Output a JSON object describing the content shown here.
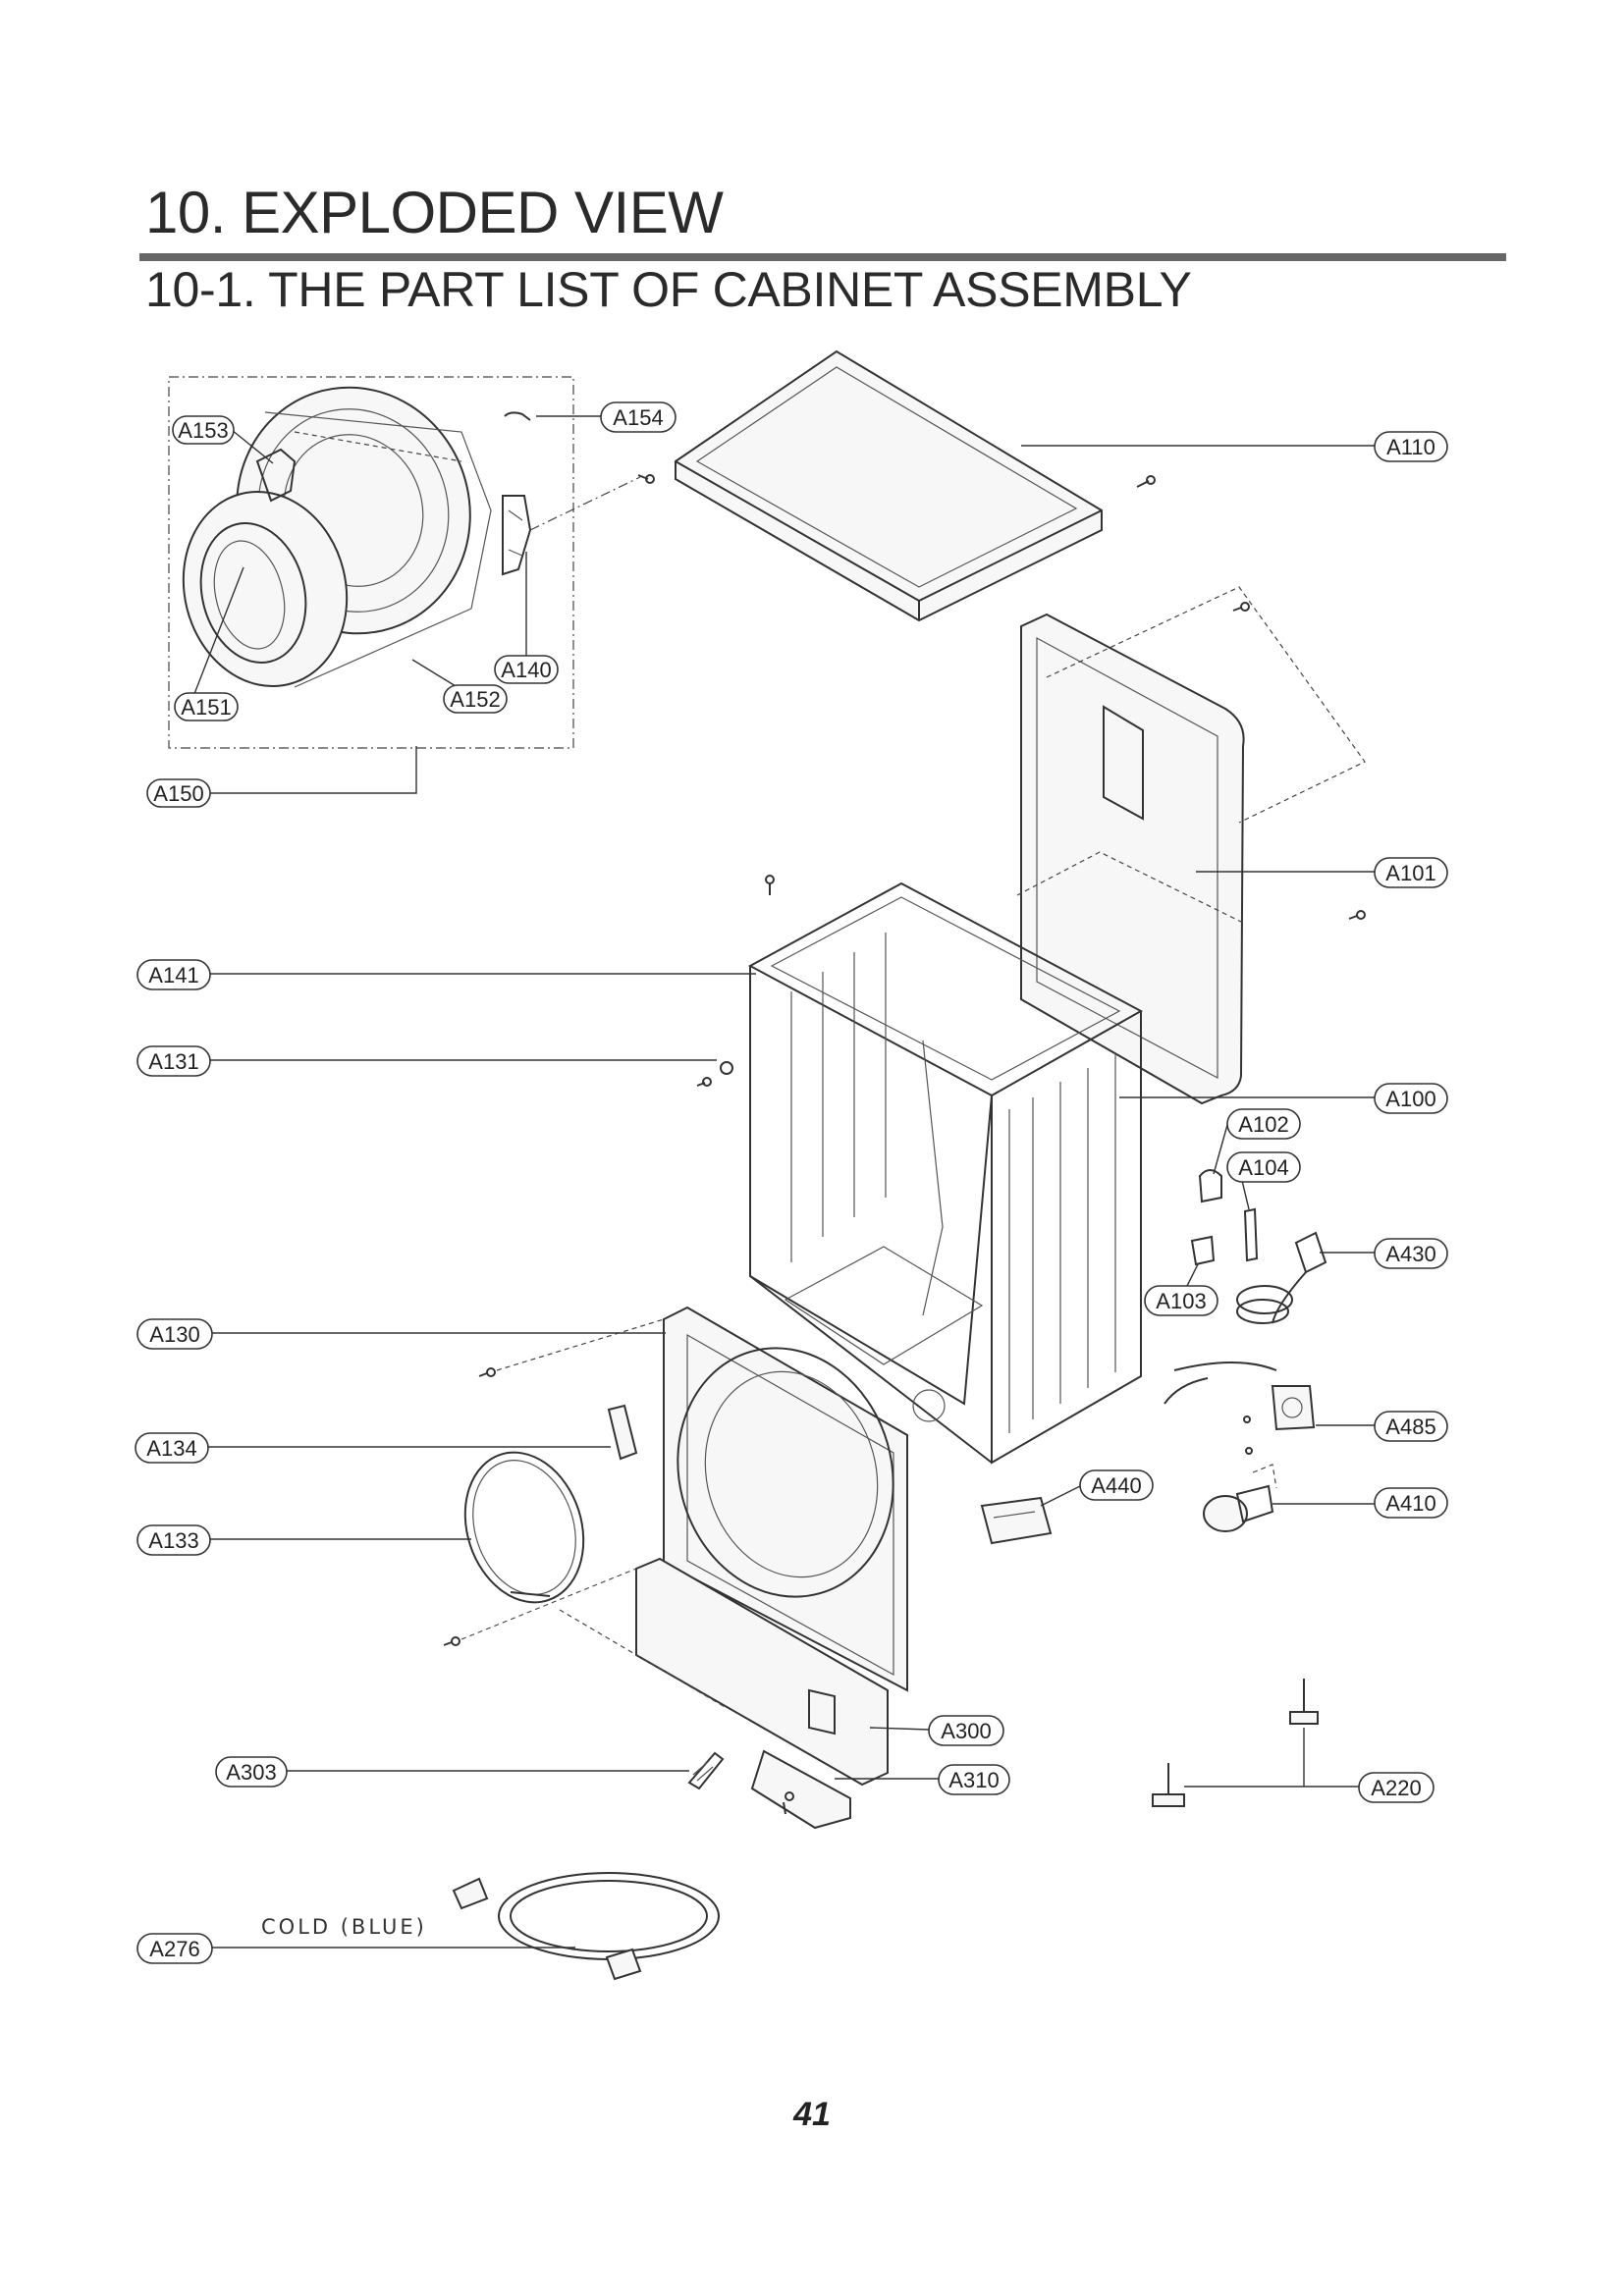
{
  "header": {
    "title": "10. EXPLODED VIEW",
    "subtitle": "10-1. THE PART LIST OF CABINET ASSEMBLY"
  },
  "parts": [
    {
      "id": "a153",
      "label": "A153"
    },
    {
      "id": "a154",
      "label": "A154"
    },
    {
      "id": "a110",
      "label": "A110"
    },
    {
      "id": "a140",
      "label": "A140"
    },
    {
      "id": "a151",
      "label": "A151"
    },
    {
      "id": "a152",
      "label": "A152"
    },
    {
      "id": "a150",
      "label": "A150"
    },
    {
      "id": "a101",
      "label": "A101"
    },
    {
      "id": "a141",
      "label": "A141"
    },
    {
      "id": "a131",
      "label": "A131"
    },
    {
      "id": "a100",
      "label": "A100"
    },
    {
      "id": "a102",
      "label": "A102"
    },
    {
      "id": "a104",
      "label": "A104"
    },
    {
      "id": "a430",
      "label": "A430"
    },
    {
      "id": "a103",
      "label": "A103"
    },
    {
      "id": "a130",
      "label": "A130"
    },
    {
      "id": "a485",
      "label": "A485"
    },
    {
      "id": "a134",
      "label": "A134"
    },
    {
      "id": "a440",
      "label": "A440"
    },
    {
      "id": "a410",
      "label": "A410"
    },
    {
      "id": "a133",
      "label": "A133"
    },
    {
      "id": "a300",
      "label": "A300"
    },
    {
      "id": "a303",
      "label": "A303"
    },
    {
      "id": "a310",
      "label": "A310"
    },
    {
      "id": "a220",
      "label": "A220"
    },
    {
      "id": "a276",
      "label": "A276"
    }
  ],
  "notes": {
    "hose_note": "COLD (BLUE)"
  },
  "footer": {
    "page_number": "41"
  }
}
